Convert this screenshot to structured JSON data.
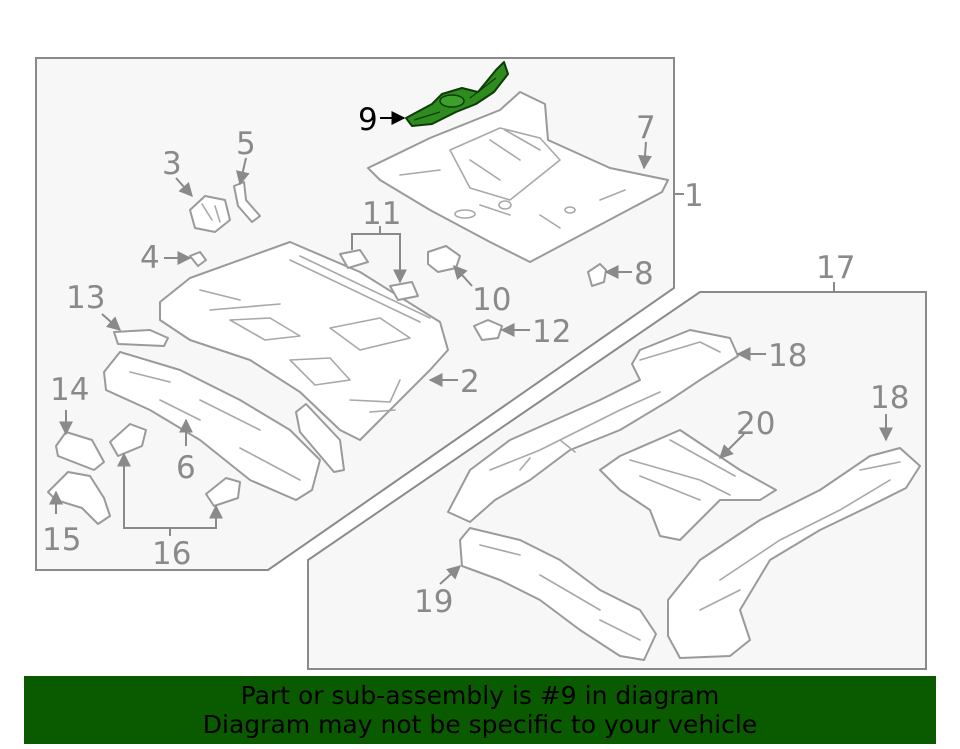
{
  "diagram": {
    "callouts": {
      "c1": "1",
      "c2": "2",
      "c3": "3",
      "c4": "4",
      "c5": "5",
      "c6": "6",
      "c7": "7",
      "c8": "8",
      "c9": "9",
      "c10": "10",
      "c11": "11",
      "c12": "12",
      "c13": "13",
      "c14": "14",
      "c15": "15",
      "c16": "16",
      "c17": "17",
      "c18a": "18",
      "c18b": "18",
      "c19": "19",
      "c20": "20"
    },
    "highlight_color": "#2e8b1e"
  },
  "banner": {
    "line1": "Part or sub-assembly is #9 in diagram",
    "line2": "Diagram may not be specific to your vehicle",
    "color": "#0a5a00"
  }
}
